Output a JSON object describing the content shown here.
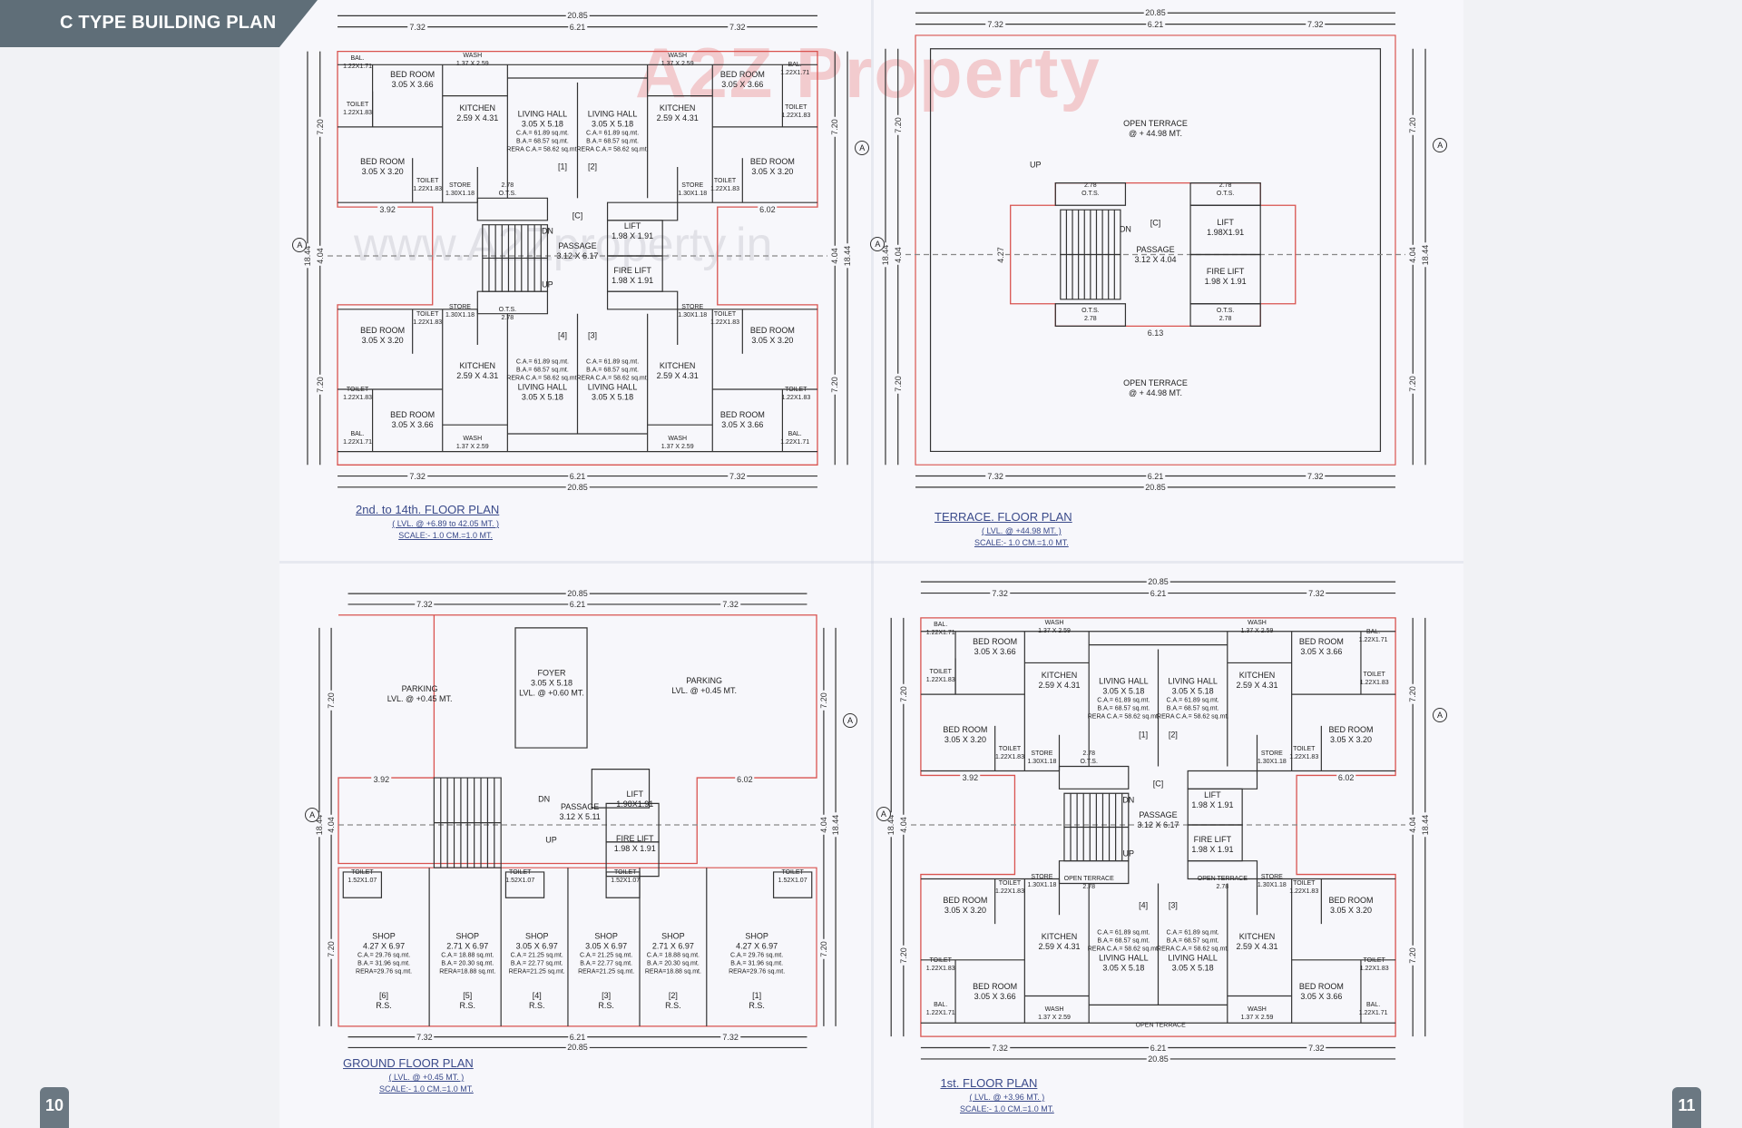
{
  "header": {
    "title": "C TYPE BUILDING PLAN"
  },
  "page_numbers": {
    "left": "10",
    "right": "11"
  },
  "watermark": {
    "logo": "A2Z Property",
    "url": "www.A2Zproperty.in"
  },
  "colors": {
    "header_bg": "#5f6e78",
    "outline_red": "#d9534f",
    "caption_blue": "#3a4a8a"
  },
  "axis_marker": "A",
  "plans": {
    "typical": {
      "title": "2nd. to  14th. FLOOR PLAN",
      "level": "( LVL. @ +6.89 to 42.05 MT. )",
      "scale": "SCALE:- 1.0 CM.=1.0 MT.",
      "dims": {
        "total_w": "20.85",
        "left_w": "7.32",
        "mid_w": "6.21",
        "right_w": "7.32",
        "top_h": "7.20",
        "mid_h": "4.04",
        "bottom_h": "7.20",
        "total_h": "18.44",
        "left_core": "3.92",
        "right_core": "6.02"
      },
      "rooms": [
        {
          "t": [
            "BAL.",
            "1.22X1.71"
          ],
          "s": 1
        },
        {
          "t": [
            "BED ROOM",
            "3.05 X 3.66"
          ]
        },
        {
          "t": [
            "TOILET",
            "1.22X1.83"
          ],
          "s": 1
        },
        {
          "t": [
            "WASH",
            "1.37 X 2.59"
          ],
          "s": 1
        },
        {
          "t": [
            "KITCHEN",
            "2.59 X 4.31"
          ]
        },
        {
          "t": [
            "LIVING HALL",
            "3.05 X 5.18",
            "C.A.= 61.89 sq.mt.",
            "B.A.= 68.57 sq.mt.",
            "RERA C.A.= 58.62 sq.mt."
          ]
        },
        {
          "t": [
            "LIVING HALL",
            "3.05 X 5.18",
            "C.A.= 61.89 sq.mt.",
            "B.A.= 68.57 sq.mt.",
            "RERA C.A.= 58.62 sq.mt."
          ]
        },
        {
          "t": [
            "WASH",
            "1.37 X 2.59"
          ],
          "s": 1
        },
        {
          "t": [
            "BED ROOM",
            "3.05 X 3.66"
          ]
        },
        {
          "t": [
            "BAL.",
            "1.22X1.71"
          ],
          "s": 1
        },
        {
          "t": [
            "KITCHEN",
            "2.59 X 4.31"
          ]
        },
        {
          "t": [
            "TOILET",
            "1.22X1.83"
          ],
          "s": 1
        },
        {
          "t": [
            "BED ROOM",
            "3.05 X 3.20"
          ]
        },
        {
          "t": [
            "TOILET",
            "1.22X1.83"
          ],
          "s": 1
        },
        {
          "t": [
            "STORE",
            "1.30X1.18"
          ],
          "s": 1
        },
        {
          "t": [
            "2.78",
            "O.T.S."
          ],
          "s": 1
        },
        {
          "t": [
            "STORE",
            "1.30X1.18"
          ],
          "s": 1
        },
        {
          "t": [
            "TOILET",
            "1.22X1.83"
          ],
          "s": 1
        },
        {
          "t": [
            "BED ROOM",
            "3.05 X 3.20"
          ]
        },
        {
          "t": [
            "[C]"
          ]
        },
        {
          "t": [
            "PASSAGE",
            "3.12 X 6.17"
          ]
        },
        {
          "t": [
            "LIFT",
            "1.98 X 1.91"
          ]
        },
        {
          "t": [
            "FIRE LIFT",
            "1.98 X 1.91"
          ]
        },
        {
          "t": [
            "DN"
          ]
        },
        {
          "t": [
            "UP"
          ]
        },
        {
          "t": [
            "[1]"
          ]
        },
        {
          "t": [
            "[2]"
          ]
        },
        {
          "t": [
            "[4]"
          ]
        },
        {
          "t": [
            "[3]"
          ]
        },
        {
          "t": [
            "BED ROOM",
            "3.05 X 3.20"
          ]
        },
        {
          "t": [
            "TOILET",
            "1.22X1.83"
          ],
          "s": 1
        },
        {
          "t": [
            "STORE",
            "1.30X1.18"
          ],
          "s": 1
        },
        {
          "t": [
            "O.T.S.",
            "2.78"
          ],
          "s": 1
        },
        {
          "t": [
            "KITCHEN",
            "2.59 X 4.31"
          ]
        },
        {
          "t": [
            "C.A.= 61.89 sq.mt.",
            "B.A.= 68.57 sq.mt.",
            "RERA C.A.= 58.62 sq.mt.",
            "LIVING HALL",
            "3.05 X 5.18"
          ]
        },
        {
          "t": [
            "C.A.= 61.89 sq.mt.",
            "B.A.= 68.57 sq.mt.",
            "RERA C.A.= 58.62 sq.mt.",
            "LIVING HALL",
            "3.05 X 5.18"
          ]
        },
        {
          "t": [
            "KITCHEN",
            "2.59 X 4.31"
          ]
        },
        {
          "t": [
            "STORE",
            "1.30X1.18"
          ],
          "s": 1
        },
        {
          "t": [
            "TOILET",
            "1.22X1.83"
          ],
          "s": 1
        },
        {
          "t": [
            "BED ROOM",
            "3.05 X 3.20"
          ]
        },
        {
          "t": [
            "BED ROOM",
            "3.05 X 3.66"
          ]
        },
        {
          "t": [
            "TOILET",
            "1.22X1.83"
          ],
          "s": 1
        },
        {
          "t": [
            "BAL.",
            "1.22X1.71"
          ],
          "s": 1
        },
        {
          "t": [
            "WASH",
            "1.37 X 2.59"
          ],
          "s": 1
        },
        {
          "t": [
            "WASH",
            "1.37 X 2.59"
          ],
          "s": 1
        },
        {
          "t": [
            "BED ROOM",
            "3.05 X 3.66"
          ]
        },
        {
          "t": [
            "TOILET",
            "1.22X1.83"
          ],
          "s": 1
        },
        {
          "t": [
            "BAL.",
            "1.22X1.71"
          ],
          "s": 1
        }
      ]
    },
    "first": {
      "title": "1st.  FLOOR PLAN",
      "level": "( LVL. @ +3.96 MT. )",
      "scale": "SCALE:- 1.0 CM.=1.0 MT.",
      "dims": {
        "total_w": "20.85",
        "left_w": "7.32",
        "mid_w": "6.21",
        "right_w": "7.32",
        "top_h": "7.20",
        "mid_h": "4.04",
        "bottom_h": "7.20",
        "total_h": "18.44",
        "left_core": "3.92",
        "right_core": "6.02"
      },
      "rooms": [
        {
          "t": [
            "BAL.",
            "1.22X1.71"
          ],
          "s": 1
        },
        {
          "t": [
            "BED ROOM",
            "3.05 X 3.66"
          ]
        },
        {
          "t": [
            "TOILET",
            "1.22X1.83"
          ],
          "s": 1
        },
        {
          "t": [
            "WASH",
            "1.37 X 2.59"
          ],
          "s": 1
        },
        {
          "t": [
            "KITCHEN",
            "2.59 X 4.31"
          ]
        },
        {
          "t": [
            "LIVING HALL",
            "3.05 X 5.18",
            "C.A.= 61.89 sq.mt.",
            "B.A.= 68.57 sq.mt.",
            "RERA C.A.= 58.62 sq.mt."
          ]
        },
        {
          "t": [
            "LIVING HALL",
            "3.05 X 5.18",
            "C.A.= 61.89 sq.mt.",
            "B.A.= 68.57 sq.mt.",
            "RERA C.A.= 58.62 sq.mt."
          ]
        },
        {
          "t": [
            "WASH",
            "1.37 X 2.59"
          ],
          "s": 1
        },
        {
          "t": [
            "BED ROOM",
            "3.05 X 3.66"
          ]
        },
        {
          "t": [
            "BAL.",
            "1.22X1.71"
          ],
          "s": 1
        },
        {
          "t": [
            "KITCHEN",
            "2.59 X 4.31"
          ]
        },
        {
          "t": [
            "TOILET",
            "1.22X1.83"
          ],
          "s": 1
        },
        {
          "t": [
            "BED ROOM",
            "3.05 X 3.20"
          ]
        },
        {
          "t": [
            "TOILET",
            "1.22X1.83"
          ],
          "s": 1
        },
        {
          "t": [
            "STORE",
            "1.30X1.18"
          ],
          "s": 1
        },
        {
          "t": [
            "2.78",
            "O.T.S."
          ],
          "s": 1
        },
        {
          "t": [
            "STORE",
            "1.30X1.18"
          ],
          "s": 1
        },
        {
          "t": [
            "TOILET",
            "1.22X1.83"
          ],
          "s": 1
        },
        {
          "t": [
            "BED ROOM",
            "3.05 X 3.20"
          ]
        },
        {
          "t": [
            "[C]"
          ]
        },
        {
          "t": [
            "PASSAGE",
            "3.12 X 6.17"
          ]
        },
        {
          "t": [
            "LIFT",
            "1.98 X 1.91"
          ]
        },
        {
          "t": [
            "FIRE LIFT",
            "1.98 X 1.91"
          ]
        },
        {
          "t": [
            "DN"
          ]
        },
        {
          "t": [
            "UP"
          ]
        },
        {
          "t": [
            "[1]"
          ]
        },
        {
          "t": [
            "[2]"
          ]
        },
        {
          "t": [
            "[4]"
          ]
        },
        {
          "t": [
            "[3]"
          ]
        },
        {
          "t": [
            "BED ROOM",
            "3.05 X 3.20"
          ]
        },
        {
          "t": [
            "TOILET",
            "1.22X1.83"
          ],
          "s": 1
        },
        {
          "t": [
            "STORE",
            "1.30X1.18"
          ],
          "s": 1
        },
        {
          "t": [
            "OPEN TERRACE",
            "2.78"
          ],
          "s": 1
        },
        {
          "t": [
            "KITCHEN",
            "2.59 X 4.31"
          ]
        },
        {
          "t": [
            "C.A.= 61.89 sq.mt.",
            "B.A.= 68.57 sq.mt.",
            "RERA C.A.= 58.62 sq.mt.",
            "LIVING HALL",
            "3.05 X 5.18"
          ]
        },
        {
          "t": [
            "C.A.= 61.89 sq.mt.",
            "B.A.= 68.57 sq.mt.",
            "RERA C.A.= 58.62 sq.mt.",
            "LIVING HALL",
            "3.05 X 5.18"
          ]
        },
        {
          "t": [
            "KITCHEN",
            "2.59 X 4.31"
          ]
        },
        {
          "t": [
            "STORE",
            "1.30X1.18"
          ],
          "s": 1
        },
        {
          "t": [
            "TOILET",
            "1.22X1.83"
          ],
          "s": 1
        },
        {
          "t": [
            "BED ROOM",
            "3.05 X 3.20"
          ]
        },
        {
          "t": [
            "BED ROOM",
            "3.05 X 3.66"
          ]
        },
        {
          "t": [
            "TOILET",
            "1.22X1.83"
          ],
          "s": 1
        },
        {
          "t": [
            "BAL.",
            "1.22X1.71"
          ],
          "s": 1
        },
        {
          "t": [
            "WASH",
            "1.37 X 2.59"
          ],
          "s": 1
        },
        {
          "t": [
            "WASH",
            "1.37 X 2.59"
          ],
          "s": 1
        },
        {
          "t": [
            "BED ROOM",
            "3.05 X 3.66"
          ]
        },
        {
          "t": [
            "TOILET",
            "1.22X1.83"
          ],
          "s": 1
        },
        {
          "t": [
            "BAL.",
            "1.22X1.71"
          ],
          "s": 1
        },
        {
          "t": [
            "OPEN TERRACE",
            "2.78"
          ],
          "s": 1
        },
        {
          "t": [
            "OPEN TERRACE"
          ],
          "s": 1
        }
      ]
    },
    "terrace": {
      "title": "TERRACE.  FLOOR PLAN",
      "level": "( LVL. @ +44.98 MT. )",
      "scale": "SCALE:- 1.0 CM.=1.0 MT.",
      "dims": {
        "total_w": "20.85",
        "left_w": "7.32",
        "mid_w": "6.21",
        "right_w": "7.32",
        "top_h": "7.20",
        "mid_h": "4.04",
        "bottom_h": "7.20",
        "total_h": "18.44",
        "core_w": "6.13",
        "core_h": "4.27"
      },
      "rooms": [
        {
          "t": [
            "OPEN TERRACE",
            "@ + 44.98 MT."
          ]
        },
        {
          "t": [
            "OPEN TERRACE",
            "@ + 44.98 MT."
          ]
        },
        {
          "t": [
            "[C]"
          ]
        },
        {
          "t": [
            "PASSAGE",
            "3.12 X 4.04"
          ]
        },
        {
          "t": [
            "LIFT",
            "1.98X1.91"
          ]
        },
        {
          "t": [
            "FIRE LIFT",
            "1.98 X 1.91"
          ]
        },
        {
          "t": [
            "DN"
          ]
        },
        {
          "t": [
            "UP"
          ]
        },
        {
          "t": [
            "2.78",
            "O.T.S."
          ],
          "s": 1
        },
        {
          "t": [
            "2.78",
            "O.T.S."
          ],
          "s": 1
        },
        {
          "t": [
            "O.T.S.",
            "2.78"
          ],
          "s": 1
        },
        {
          "t": [
            "O.T.S.",
            "2.78"
          ],
          "s": 1
        }
      ]
    },
    "ground": {
      "title": "GROUND FLOOR PLAN",
      "level": "( LVL. @ +0.45 MT. )",
      "scale": "SCALE:- 1.0 CM.=1.0 MT.",
      "dims": {
        "total_w": "20.85",
        "left_w": "7.32",
        "mid_w": "6.21",
        "right_w": "7.32",
        "top_h": "7.20",
        "mid_h": "4.04",
        "bottom_h": "7.20",
        "total_h": "18.44",
        "left_core": "3.92",
        "right_core": "6.02"
      },
      "rooms": [
        {
          "t": [
            "PARKING",
            "LVL. @ +0.45 MT."
          ]
        },
        {
          "t": [
            "FOYER",
            "3.05 X 5.18",
            "LVL. @ +0.60 MT."
          ]
        },
        {
          "t": [
            "PARKING",
            "LVL. @ +0.45 MT."
          ]
        },
        {
          "t": [
            "PASSAGE",
            "3.12 X 5.11"
          ]
        },
        {
          "t": [
            "LIFT",
            "1.98X1.91"
          ]
        },
        {
          "t": [
            "FIRE LIFT",
            "1.98 X 1.91"
          ]
        },
        {
          "t": [
            "DN"
          ]
        },
        {
          "t": [
            "UP"
          ]
        },
        {
          "t": [
            "TOILET",
            "1.52X1.07"
          ],
          "s": 1
        },
        {
          "t": [
            "TOILET",
            "1.52X1.07"
          ],
          "s": 1
        },
        {
          "t": [
            "TOILET",
            "1.52X1.07"
          ],
          "s": 1
        },
        {
          "t": [
            "TOILET",
            "1.52X1.07"
          ],
          "s": 1
        },
        {
          "t": [
            "SHOP",
            "4.27 X 6.97",
            "C.A.= 29.76 sq.mt.",
            "B.A.= 31.96 sq.mt.",
            "RERA=29.76 sq.mt."
          ]
        },
        {
          "t": [
            "SHOP",
            "2.71 X 6.97",
            "C.A.= 18.88 sq.mt.",
            "B.A.= 20.30 sq.mt.",
            "RERA=18.88 sq.mt."
          ]
        },
        {
          "t": [
            "SHOP",
            "3.05 X 6.97",
            "C.A.= 21.25 sq.mt.",
            "B.A.= 22.77 sq.mt.",
            "RERA=21.25 sq.mt."
          ]
        },
        {
          "t": [
            "SHOP",
            "3.05 X 6.97",
            "C.A.= 21.25 sq.mt.",
            "B.A.= 22.77 sq.mt.",
            "RERA=21.25 sq.mt."
          ]
        },
        {
          "t": [
            "SHOP",
            "2.71 X 6.97",
            "C.A.= 18.88 sq.mt.",
            "B.A.= 20.30 sq.mt.",
            "RERA=18.88 sq.mt."
          ]
        },
        {
          "t": [
            "SHOP",
            "4.27 X 6.97",
            "C.A.= 29.76 sq.mt.",
            "B.A.= 31.96 sq.mt.",
            "RERA=29.76 sq.mt."
          ]
        },
        {
          "t": [
            "[6]",
            "R.S."
          ]
        },
        {
          "t": [
            "[5]",
            "R.S."
          ]
        },
        {
          "t": [
            "[4]",
            "R.S."
          ]
        },
        {
          "t": [
            "[3]",
            "R.S."
          ]
        },
        {
          "t": [
            "[2]",
            "R.S."
          ]
        },
        {
          "t": [
            "[1]",
            "R.S."
          ]
        }
      ]
    }
  }
}
